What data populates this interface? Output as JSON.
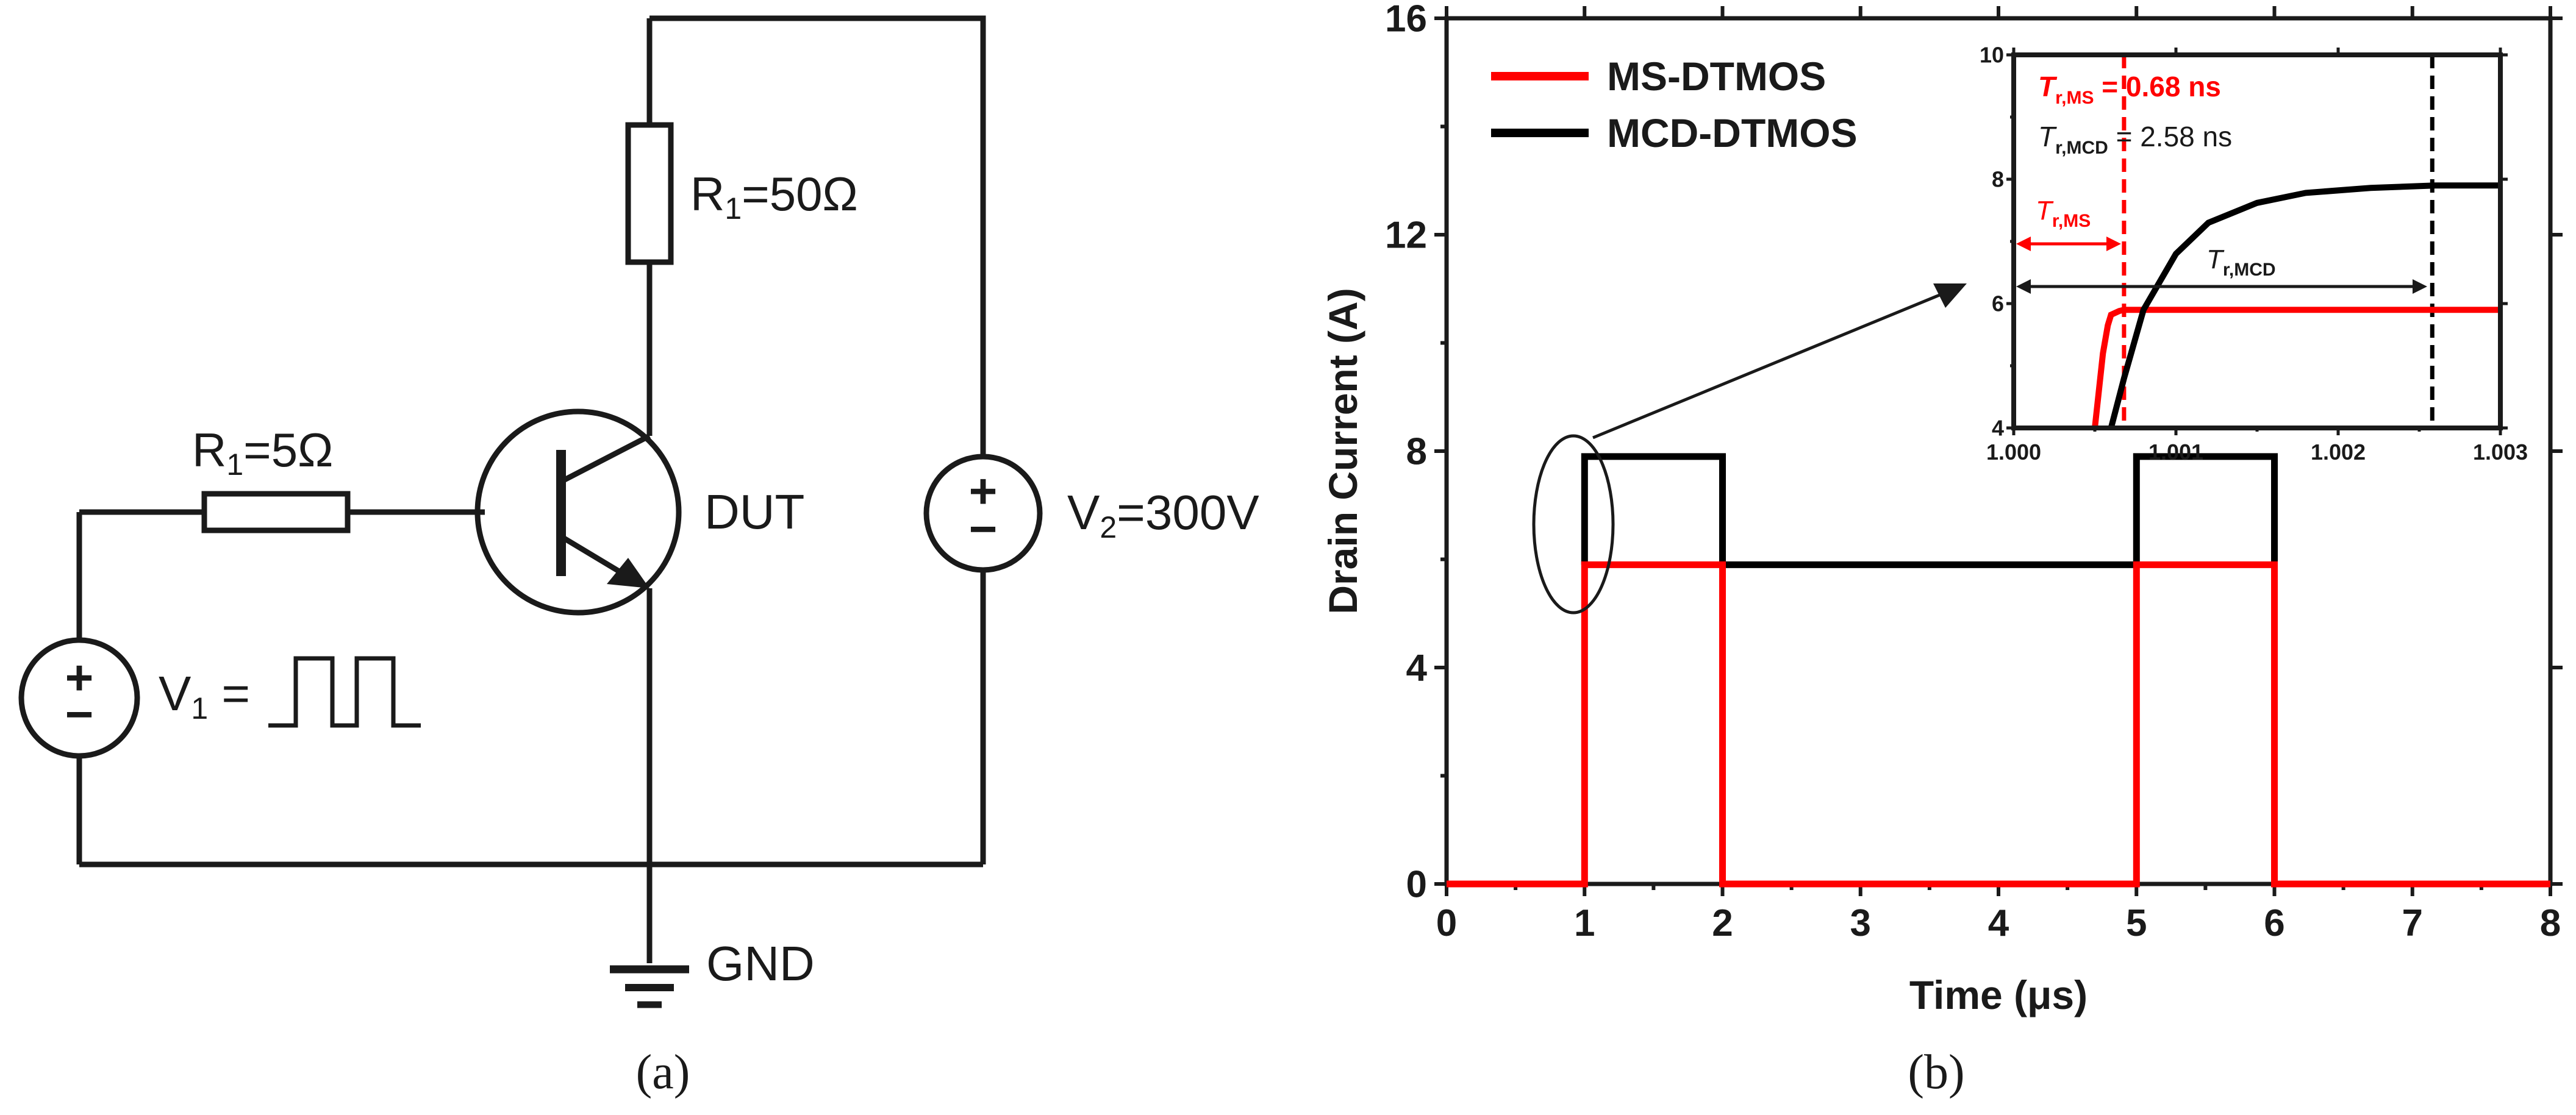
{
  "circuit": {
    "r_top_label": "R",
    "r_top_sub": "1",
    "r_top_value": "=50Ω",
    "r_left_label": "R",
    "r_left_sub": "1",
    "r_left_value": "=5Ω",
    "dut_label": "DUT",
    "v1_label": "V",
    "v1_sub": "1",
    "v1_eq": " =",
    "v2_label": "V",
    "v2_sub": "2",
    "v2_value": "=300V",
    "gnd_label": "GND",
    "plus_sign": "+",
    "minus_sign": "−"
  },
  "captions": {
    "a": "(a)",
    "b": "(b)"
  },
  "chart_data": [
    {
      "type": "line",
      "xlabel": "Time (μs)",
      "ylabel": "Drain Current (A)",
      "xlim": [
        0,
        8
      ],
      "ylim": [
        0,
        16
      ],
      "xticks": [
        "0",
        "1",
        "2",
        "3",
        "4",
        "5",
        "6",
        "7",
        "8"
      ],
      "yticks": [
        "0",
        "4",
        "8",
        "12",
        "16"
      ],
      "legend_position": "top-left",
      "series": [
        {
          "name": "MS-DTMOS",
          "color": "#ff0000",
          "x": [
            0,
            1,
            1,
            2,
            2,
            5,
            5,
            6,
            6,
            8
          ],
          "y": [
            0,
            0,
            5.9,
            5.9,
            0,
            0,
            5.9,
            5.9,
            0,
            0
          ]
        },
        {
          "name": "MCD-DTMOS",
          "color": "#000000",
          "x": [
            1,
            1,
            2,
            2,
            5,
            5,
            6,
            6
          ],
          "y": [
            5.9,
            7.9,
            7.9,
            5.9,
            5.9,
            7.9,
            7.9,
            5.9
          ]
        }
      ]
    },
    {
      "type": "line",
      "xlim": [
        1.0,
        1.003
      ],
      "ylim": [
        4,
        10
      ],
      "xticks": [
        "1.000",
        "1.001",
        "1.002",
        "1.003"
      ],
      "yticks": [
        "4",
        "6",
        "8",
        "10"
      ],
      "series": [
        {
          "color": "#ff0000",
          "x": [
            1.0005,
            1.00055,
            1.00058,
            1.0006,
            1.00065,
            1.00068,
            1.001,
            1.002,
            1.003
          ],
          "y": [
            4,
            5.2,
            5.65,
            5.82,
            5.88,
            5.9,
            5.9,
            5.9,
            5.9
          ]
        },
        {
          "color": "#000000",
          "x": [
            1.0006,
            1.00068,
            1.0008,
            1.001,
            1.0012,
            1.0015,
            1.0018,
            1.0022,
            1.0026,
            1.003
          ],
          "y": [
            4,
            4.8,
            5.9,
            6.8,
            7.3,
            7.62,
            7.78,
            7.86,
            7.9,
            7.9
          ]
        }
      ],
      "markers": [
        {
          "x": 1.00068,
          "color": "#ff0000"
        },
        {
          "x": 1.00258,
          "color": "#000000"
        }
      ],
      "annotations": {
        "t_r_ms_letter": "T",
        "t_r_ms_sub": "r,MS",
        "t_r_ms_value": " = 0.68 ns",
        "t_r_mcd_letter": "T",
        "t_r_mcd_sub": "r,MCD",
        "t_r_mcd_value": " = 2.58 ns",
        "arrow_ms_letter": "T",
        "arrow_ms_sub": "r,MS",
        "arrow_mcd_letter": "T",
        "arrow_mcd_sub": "r,MCD"
      }
    }
  ]
}
